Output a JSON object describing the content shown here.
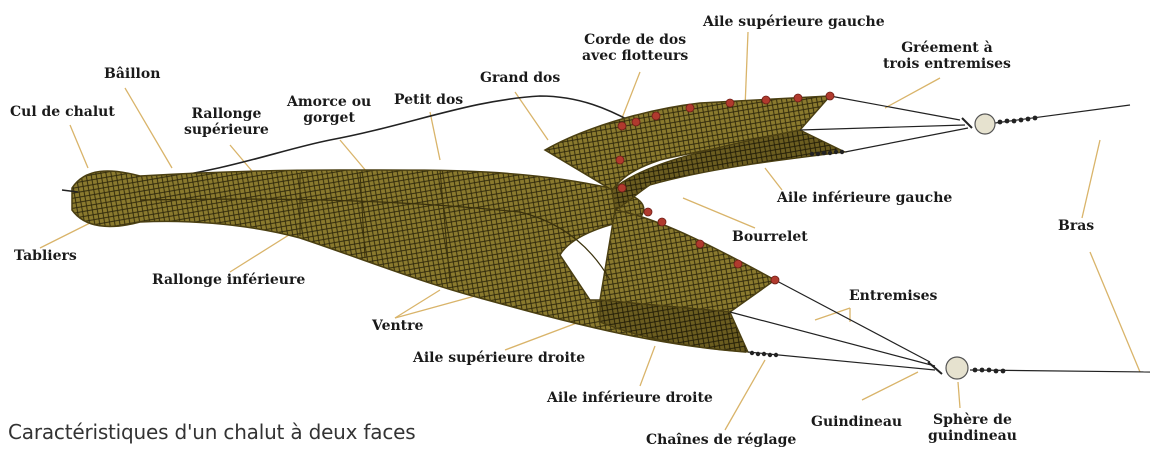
{
  "caption": "Caractéristiques d'un chalut à deux faces",
  "colors": {
    "net_fill": "#8a7a2e",
    "net_dark": "#4a3f12",
    "mesh": "#2b250a",
    "float": "#b03a2e",
    "leader": "#d9b46a",
    "rope": "#222222",
    "sphere": "#e6e2cf"
  },
  "labels": {
    "aile_sup_gauche": "Aile supérieure gauche",
    "corde_dos_l1": "Corde de dos",
    "corde_dos_l2": "avec flotteurs",
    "greement_l1": "Gréement à",
    "greement_l2": "trois entremises",
    "baillon": "Bâillon",
    "grand_dos": "Grand dos",
    "amorce_l1": "Amorce ou",
    "amorce_l2": "gorget",
    "petit_dos": "Petit dos",
    "cul_chalut": "Cul de chalut",
    "rallonge_sup_l1": "Rallonge",
    "rallonge_sup_l2": "supérieure",
    "aile_inf_gauche": "Aile inférieure gauche",
    "bras": "Bras",
    "bourrelet": "Bourrelet",
    "tabliers": "Tabliers",
    "rallonge_inf": "Rallonge inférieure",
    "entremises": "Entremises",
    "ventre": "Ventre",
    "aile_sup_droite": "Aile supérieure droite",
    "aile_inf_droite": "Aile inférieure droite",
    "guindineau": "Guindineau",
    "sphere_l1": "Sphère de",
    "sphere_l2": "guindineau",
    "chaines": "Chaînes de réglage"
  }
}
